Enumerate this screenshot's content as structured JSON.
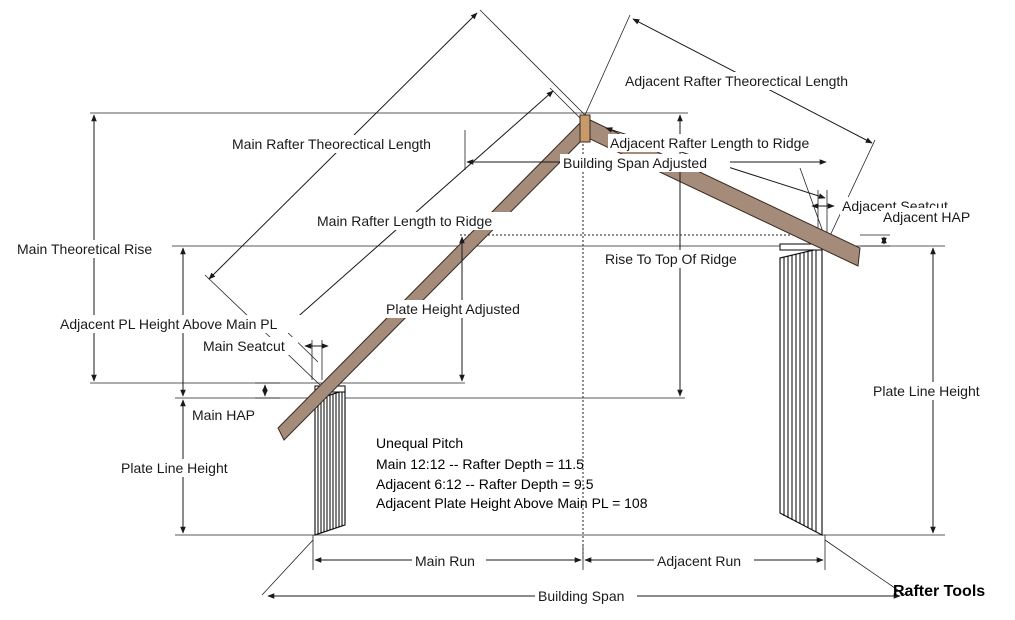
{
  "labels": {
    "adjacent_rafter_theoretical_length": "Adjacent Rafter Theorectical Length",
    "main_rafter_theoretical_length": "Main Rafter Theorectical Length",
    "adjacent_rafter_length_to_ridge": "Adjacent Rafter  Length to Ridge",
    "building_span_adjusted": "Building Span Adjusted",
    "adjacent_seatcut": "Adjacent Seatcut",
    "adjacent_hap": "Adjacent HAP",
    "main_rafter_length_to_ridge": "Main Rafter  Length to Ridge",
    "main_theoretical_rise": "Main Theoretical Rise",
    "rise_to_top_of_ridge": "Rise To Top Of Ridge",
    "adjacent_pl_height_above_main_pl": "Adjacent PL Height Above Main PL",
    "plate_height_adjusted": "Plate Height Adjusted",
    "main_seatcut": "Main Seatcut",
    "main_hap": "Main HAP",
    "plate_line_height_right": "Plate Line Height",
    "plate_line_height_left": "Plate Line  Height",
    "main_run": "Main Run",
    "adjacent_run": "Adjacent Run",
    "building_span": "Building Span"
  },
  "notes": {
    "title": "Unequal Pitch",
    "line1": "Main 12:12 -- Rafter Depth = 11.5",
    "line2": "Adjacent 6:12 -- Rafter Depth = 9.5",
    "line3": "Adjacent Plate Height  Above Main PL = 108"
  },
  "brand": "Rafter Tools",
  "colors": {
    "rafter_fill": "#a48b7a",
    "ridge_fill": "#c89a6a",
    "line": "#1a1a1a"
  }
}
